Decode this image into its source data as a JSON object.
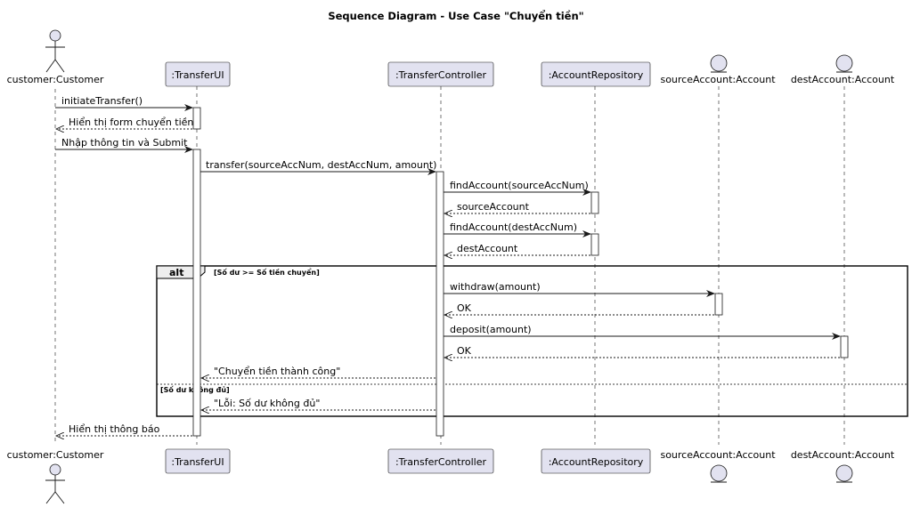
{
  "title": "Sequence Diagram - Use Case \"Chuyển tiền\"",
  "participants": {
    "customer": "customer:Customer",
    "ui": ":TransferUI",
    "controller": ":TransferController",
    "repo": ":AccountRepository",
    "source": "sourceAccount:Account",
    "dest": "destAccount:Account"
  },
  "messages": {
    "m1": "initiateTransfer()",
    "m2": "Hiển thị form chuyển tiền",
    "m3": "Nhập thông tin và Submit",
    "m4": "transfer(sourceAccNum, destAccNum, amount)",
    "m5": "findAccount(sourceAccNum)",
    "m6": "sourceAccount",
    "m7": "findAccount(destAccNum)",
    "m8": "destAccount",
    "m9": "withdraw(amount)",
    "m10": "OK",
    "m11": "deposit(amount)",
    "m12": "OK",
    "m13": "\"Chuyển tiền thành công\"",
    "m14": "\"Lỗi: Số dư không đủ\"",
    "m15": "Hiển thị thông báo"
  },
  "alt": {
    "keyword": "alt",
    "guard1": "[Số dư >= Số tiền chuyển]",
    "guard2": "[Số dư không đủ]"
  }
}
